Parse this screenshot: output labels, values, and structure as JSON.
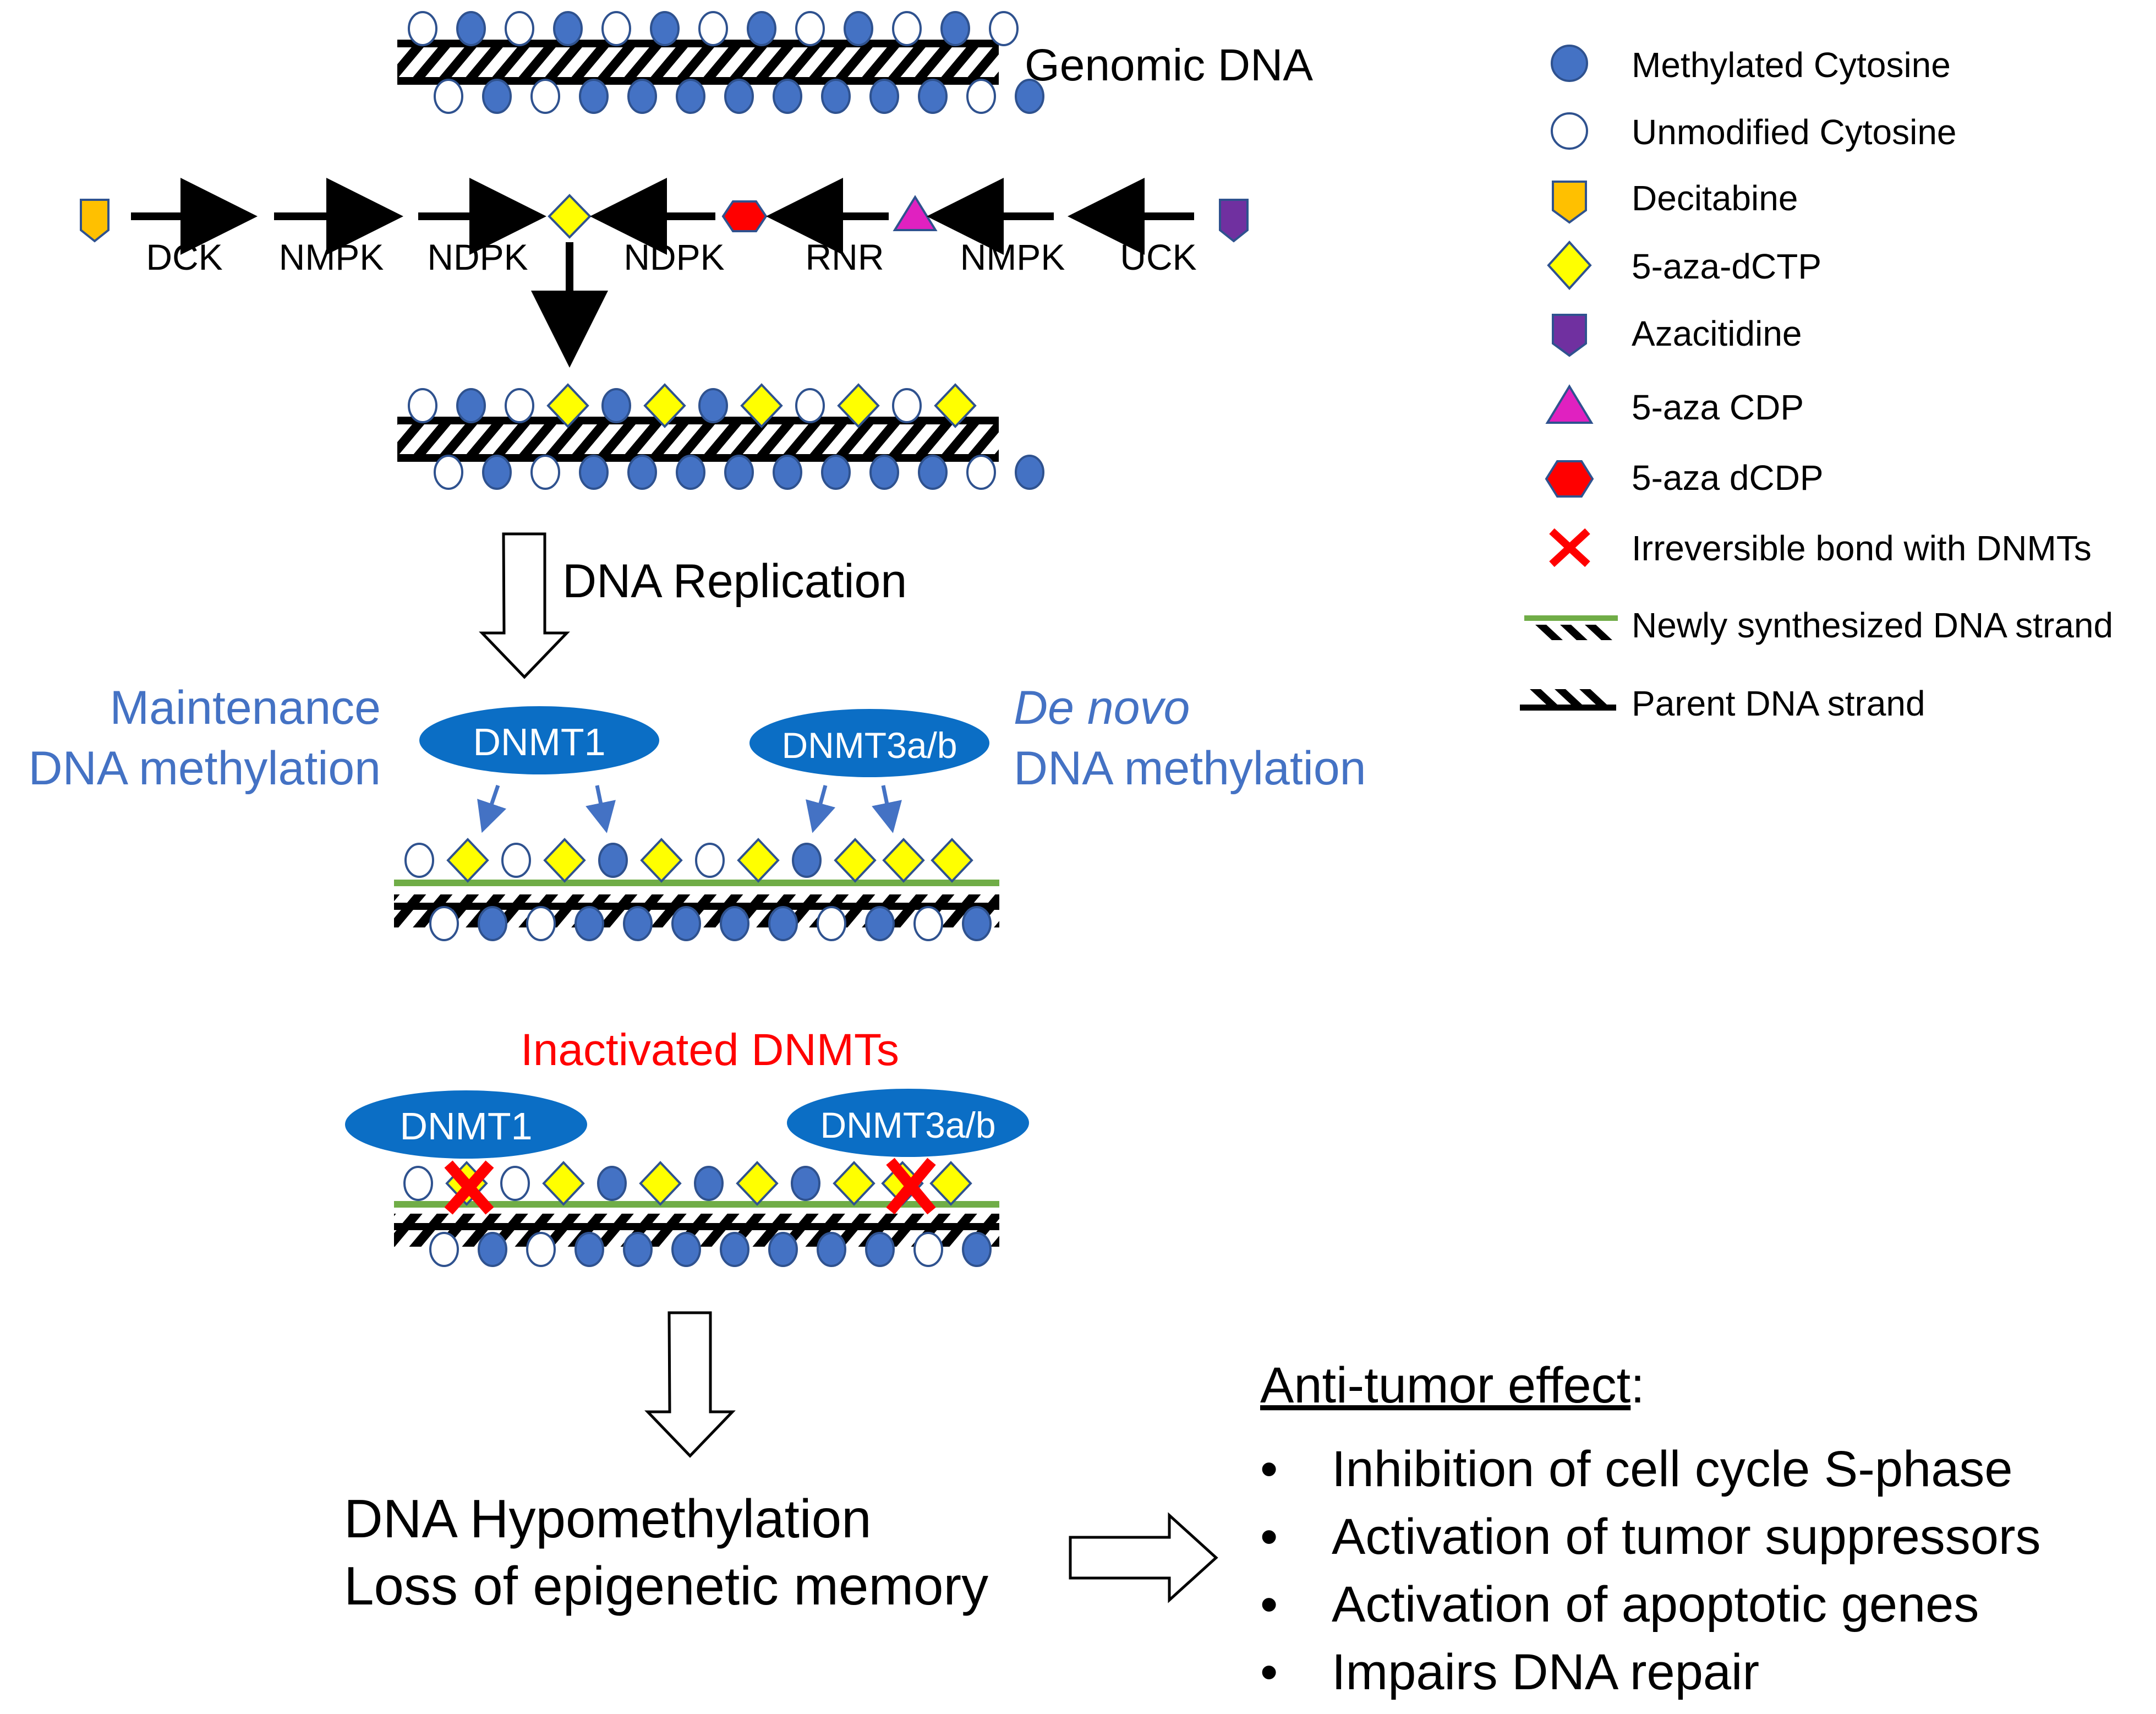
{
  "colors": {
    "methylated": "#4472C4",
    "methylated_stroke": "#2F528F",
    "decitabine": "#FFC000",
    "aza_dctp": "#FFFF00",
    "azacitidine": "#7030A0",
    "aza_cdp": "#E021C0",
    "aza_dcdp": "#FF0000",
    "new_strand": "#70AD47",
    "dnmt": "#0B6EC5",
    "label_blue": "#4472C4",
    "inactivated_red": "#FF0000"
  },
  "labels": {
    "genomic_dna": "Genomic DNA",
    "dna_replication": "DNA Replication",
    "maintenance_line1": "Maintenance",
    "maintenance_line2": "DNA methylation",
    "denovo_line1": "De novo",
    "denovo_line2": "DNA methylation",
    "inactivated": "Inactivated DNMTs",
    "hypomethylation": "DNA Hypomethylation",
    "loss_memory": "Loss of epigenetic memory",
    "dnmt1": "DNMT1",
    "dnmt3": "DNMT3a/b"
  },
  "enzymes": [
    "DCK",
    "NMPK",
    "NDPK",
    "NDPK",
    "RNR",
    "NMPK",
    "UCK"
  ],
  "legend": [
    {
      "label": "Methylated Cytosine",
      "icon": "filled-circle-icon"
    },
    {
      "label": "Unmodified Cytosine",
      "icon": "open-circle-icon"
    },
    {
      "label": "Decitabine",
      "icon": "orange-pentagon-icon"
    },
    {
      "label": "5-aza-dCTP",
      "icon": "yellow-diamond-icon"
    },
    {
      "label": "Azacitidine",
      "icon": "purple-pentagon-icon"
    },
    {
      "label": "5-aza CDP",
      "icon": "pink-triangle-icon"
    },
    {
      "label": "5-aza dCDP",
      "icon": "red-hexagon-icon"
    },
    {
      "label": "Irreversible bond with DNMTs",
      "icon": "red-x-icon"
    },
    {
      "label": "Newly synthesized DNA strand",
      "icon": "new-strand-icon"
    },
    {
      "label": "Parent DNA strand",
      "icon": "parent-strand-icon"
    }
  ],
  "effects": {
    "title": "Anti-tumor effect",
    "title_suffix": ":",
    "bullet": "•",
    "items": [
      "Inhibition of cell cycle S-phase",
      "Activation of tumor suppressors",
      "Activation of apoptotic genes",
      "Impairs DNA repair"
    ]
  }
}
